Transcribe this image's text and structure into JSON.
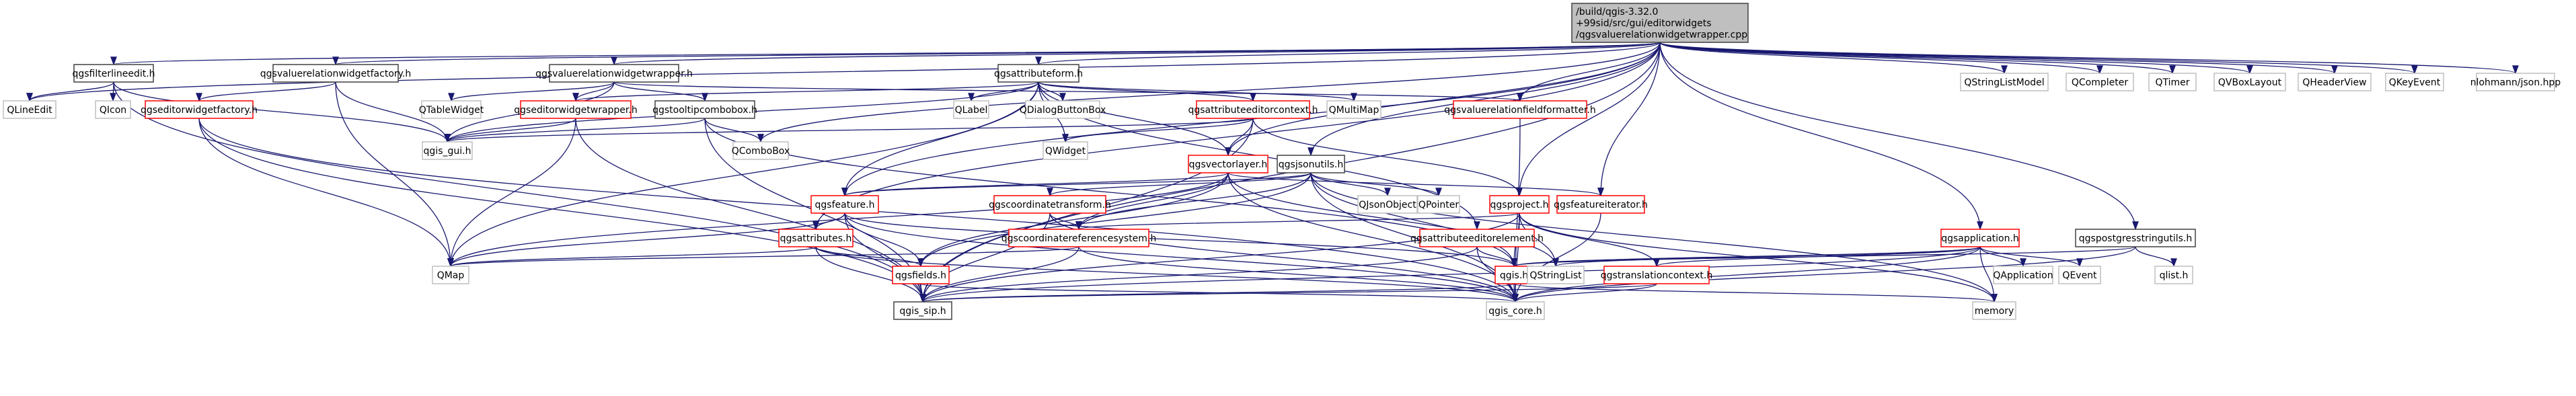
{
  "title": "/build/qgis-3.32.0+99sid/src/gui/editorwidgets/qgsvaluerelationwidgetwrapper.cpp include dependency graph",
  "colors": {
    "edge": "#191970",
    "root_fill": "#bfbfbf",
    "documented_border": "#404040",
    "undocumented_border": "#ff0000",
    "external_border": "#bfbfbf"
  },
  "nodes": [
    {
      "id": "root",
      "kind": "root",
      "lines": [
        "/build/qgis-3.32.0",
        "+99sid/src/gui/editorwidgets",
        "/qgsvaluerelationwidgetwrapper.cpp"
      ]
    },
    {
      "id": "qgsfilterlineedit",
      "kind": "doc",
      "lines": [
        "qgsfilterlineedit.h"
      ]
    },
    {
      "id": "qgsvaluerelationwidgetfactory",
      "kind": "doc",
      "lines": [
        "qgsvaluerelationwidgetfactory.h"
      ]
    },
    {
      "id": "qgsvaluerelationwidgetwrapper",
      "kind": "doc",
      "lines": [
        "qgsvaluerelationwidgetwrapper.h"
      ]
    },
    {
      "id": "qgsattributeform",
      "kind": "doc",
      "lines": [
        "qgsattributeform.h"
      ]
    },
    {
      "id": "QLineEdit",
      "kind": "ext",
      "lines": [
        "QLineEdit"
      ]
    },
    {
      "id": "QIcon",
      "kind": "ext",
      "lines": [
        "QIcon"
      ]
    },
    {
      "id": "qgseditorwidgetfactory",
      "kind": "red",
      "lines": [
        "qgseditorwidgetfactory.h"
      ]
    },
    {
      "id": "QTableWidget",
      "kind": "ext",
      "lines": [
        "QTableWidget"
      ]
    },
    {
      "id": "qgseditorwidgetwrapper",
      "kind": "red",
      "lines": [
        "qgseditorwidgetwrapper.h"
      ]
    },
    {
      "id": "qgstooltipcombobox",
      "kind": "doc",
      "lines": [
        "qgstooltipcombobox.h"
      ]
    },
    {
      "id": "QLabel",
      "kind": "ext",
      "lines": [
        "QLabel"
      ]
    },
    {
      "id": "QDialogButtonBox",
      "kind": "ext",
      "lines": [
        "QDialogButtonBox"
      ]
    },
    {
      "id": "qgsattributeeditorcontext",
      "kind": "red",
      "lines": [
        "qgsattributeeditorcontext.h"
      ]
    },
    {
      "id": "QMultiMap",
      "kind": "ext",
      "lines": [
        "QMultiMap"
      ]
    },
    {
      "id": "qgsvaluerelationfieldformatter",
      "kind": "red",
      "lines": [
        "qgsvaluerelationfieldformatter.h"
      ]
    },
    {
      "id": "QStringListModel",
      "kind": "ext",
      "lines": [
        "QStringListModel"
      ]
    },
    {
      "id": "QCompleter",
      "kind": "ext",
      "lines": [
        "QCompleter"
      ]
    },
    {
      "id": "QTimer",
      "kind": "ext",
      "lines": [
        "QTimer"
      ]
    },
    {
      "id": "QVBoxLayout",
      "kind": "ext",
      "lines": [
        "QVBoxLayout"
      ]
    },
    {
      "id": "QHeaderView",
      "kind": "ext",
      "lines": [
        "QHeaderView"
      ]
    },
    {
      "id": "QKeyEvent",
      "kind": "ext",
      "lines": [
        "QKeyEvent"
      ]
    },
    {
      "id": "nlohmannjson",
      "kind": "ext",
      "lines": [
        "nlohmann/json.hpp"
      ]
    },
    {
      "id": "qgis_gui",
      "kind": "ext",
      "lines": [
        "qgis_gui.h"
      ]
    },
    {
      "id": "QComboBox",
      "kind": "ext",
      "lines": [
        "QComboBox"
      ]
    },
    {
      "id": "QWidget",
      "kind": "ext",
      "lines": [
        "QWidget"
      ]
    },
    {
      "id": "qgsvectorlayer",
      "kind": "red",
      "lines": [
        "qgsvectorlayer.h"
      ]
    },
    {
      "id": "qgsjsonutils",
      "kind": "doc",
      "lines": [
        "qgsjsonutils.h"
      ]
    },
    {
      "id": "qgsfeature",
      "kind": "red",
      "lines": [
        "qgsfeature.h"
      ]
    },
    {
      "id": "qgscoordinatetransform",
      "kind": "red",
      "lines": [
        "qgscoordinatetransform.h"
      ]
    },
    {
      "id": "QJsonObject",
      "kind": "ext",
      "lines": [
        "QJsonObject"
      ]
    },
    {
      "id": "QPointer",
      "kind": "ext",
      "lines": [
        "QPointer"
      ]
    },
    {
      "id": "qgsproject",
      "kind": "red",
      "lines": [
        "qgsproject.h"
      ]
    },
    {
      "id": "qgsfeatureiterator",
      "kind": "red",
      "lines": [
        "qgsfeatureiterator.h"
      ]
    },
    {
      "id": "qgsattributes",
      "kind": "red",
      "lines": [
        "qgsattributes.h"
      ]
    },
    {
      "id": "qgscoordinatereferencesystem",
      "kind": "red",
      "lines": [
        "qgscoordinatereferencesystem.h"
      ]
    },
    {
      "id": "qgsattributeeditorelement",
      "kind": "red",
      "lines": [
        "qgsattributeeditorelement.h"
      ]
    },
    {
      "id": "qgsapplication",
      "kind": "red",
      "lines": [
        "qgsapplication.h"
      ]
    },
    {
      "id": "qgspostgresstringutils",
      "kind": "doc",
      "lines": [
        "qgspostgresstringutils.h"
      ]
    },
    {
      "id": "QMap",
      "kind": "ext",
      "lines": [
        "QMap"
      ]
    },
    {
      "id": "qgsfields",
      "kind": "red",
      "lines": [
        "qgsfields.h"
      ]
    },
    {
      "id": "qgis",
      "kind": "red",
      "lines": [
        "qgis.h"
      ]
    },
    {
      "id": "QStringList",
      "kind": "ext",
      "lines": [
        "QStringList"
      ]
    },
    {
      "id": "qgstranslationcontext",
      "kind": "red",
      "lines": [
        "qgstranslationcontext.h"
      ]
    },
    {
      "id": "QApplication",
      "kind": "ext",
      "lines": [
        "QApplication"
      ]
    },
    {
      "id": "QEvent",
      "kind": "ext",
      "lines": [
        "QEvent"
      ]
    },
    {
      "id": "qlist",
      "kind": "ext",
      "lines": [
        "qlist.h"
      ]
    },
    {
      "id": "qgis_sip",
      "kind": "doc",
      "lines": [
        "qgis_sip.h"
      ]
    },
    {
      "id": "qgis_core",
      "kind": "ext",
      "lines": [
        "qgis_core.h"
      ]
    },
    {
      "id": "memory",
      "kind": "ext",
      "lines": [
        "memory"
      ]
    }
  ],
  "edges": [
    [
      "root",
      "qgsfilterlineedit"
    ],
    [
      "root",
      "QLineEdit"
    ],
    [
      "root",
      "qgsvaluerelationwidgetfactory"
    ],
    [
      "root",
      "qgsvaluerelationwidgetwrapper"
    ],
    [
      "root",
      "qgsattributeform"
    ],
    [
      "root",
      "qgsvaluerelationfieldformatter"
    ],
    [
      "root",
      "QStringListModel"
    ],
    [
      "root",
      "QCompleter"
    ],
    [
      "root",
      "QTimer"
    ],
    [
      "root",
      "QVBoxLayout"
    ],
    [
      "root",
      "QHeaderView"
    ],
    [
      "root",
      "QKeyEvent"
    ],
    [
      "root",
      "nlohmannjson"
    ],
    [
      "root",
      "QComboBox"
    ],
    [
      "root",
      "qgsvectorlayer"
    ],
    [
      "root",
      "qgsjsonutils"
    ],
    [
      "root",
      "qgsproject"
    ],
    [
      "root",
      "qgsfeatureiterator"
    ],
    [
      "root",
      "qgsapplication"
    ],
    [
      "root",
      "qgspostgresstringutils"
    ],
    [
      "root",
      "qgsattributes"
    ],
    [
      "root",
      "qgsfeature"
    ],
    [
      "root",
      "qgis_sip"
    ],
    [
      "qgsfilterlineedit",
      "QLineEdit"
    ],
    [
      "qgsfilterlineedit",
      "QIcon"
    ],
    [
      "qgsfilterlineedit",
      "qgis_gui"
    ],
    [
      "qgsfilterlineedit",
      "qgis_sip"
    ],
    [
      "qgsvaluerelationwidgetfactory",
      "qgseditorwidgetfactory"
    ],
    [
      "qgsvaluerelationwidgetfactory",
      "qgis_gui"
    ],
    [
      "qgsvaluerelationwidgetfactory",
      "QMap"
    ],
    [
      "qgsvaluerelationwidgetwrapper",
      "QTableWidget"
    ],
    [
      "qgsvaluerelationwidgetwrapper",
      "qgseditorwidgetwrapper"
    ],
    [
      "qgsvaluerelationwidgetwrapper",
      "qgstooltipcombobox"
    ],
    [
      "qgsvaluerelationwidgetwrapper",
      "qgis_gui"
    ],
    [
      "qgsvaluerelationwidgetwrapper",
      "qgsvaluerelationfieldformatter"
    ],
    [
      "qgsattributeform",
      "QLabel"
    ],
    [
      "qgsattributeform",
      "QDialogButtonBox"
    ],
    [
      "qgsattributeform",
      "qgsattributeeditorcontext"
    ],
    [
      "qgsattributeform",
      "QMultiMap"
    ],
    [
      "qgsattributeform",
      "qgseditorwidgetwrapper"
    ],
    [
      "qgsattributeform",
      "qgis_gui"
    ],
    [
      "qgsattributeform",
      "QWidget"
    ],
    [
      "qgsattributeform",
      "qgsfeature"
    ],
    [
      "qgsattributeform",
      "qgsattributeeditorelement"
    ],
    [
      "qgsattributeform",
      "qgsvectorlayer"
    ],
    [
      "qgsattributeform",
      "QMap"
    ],
    [
      "qgseditorwidgetfactory",
      "QMap"
    ],
    [
      "qgseditorwidgetfactory",
      "qgis_sip"
    ],
    [
      "qgseditorwidgetfactory",
      "qgis_core"
    ],
    [
      "qgseditorwidgetwrapper",
      "qgis_gui"
    ],
    [
      "qgseditorwidgetwrapper",
      "QMap"
    ],
    [
      "qgseditorwidgetwrapper",
      "qgis_sip"
    ],
    [
      "qgstooltipcombobox",
      "QComboBox"
    ],
    [
      "qgstooltipcombobox",
      "qgis_gui"
    ],
    [
      "qgstooltipcombobox",
      "qgis_sip"
    ],
    [
      "qgstooltipcombobox",
      "qgis"
    ],
    [
      "qgsattributeeditorcontext",
      "QWidget"
    ],
    [
      "qgsattributeeditorcontext",
      "qgsvectorlayer"
    ],
    [
      "qgsattributeeditorcontext",
      "qgis_gui"
    ],
    [
      "qgsattributeeditorcontext",
      "qgsproject"
    ],
    [
      "qgsattributeeditorcontext",
      "qgis_sip"
    ],
    [
      "qgsvaluerelationfieldformatter",
      "qgis_core"
    ],
    [
      "qgsvectorlayer",
      "qgsfeature"
    ],
    [
      "qgsvectorlayer",
      "qgsfields"
    ],
    [
      "qgsvectorlayer",
      "qgscoordinatereferencesystem"
    ],
    [
      "qgsvectorlayer",
      "QMap"
    ],
    [
      "qgsvectorlayer",
      "QStringList"
    ],
    [
      "qgsvectorlayer",
      "qgsfeatureiterator"
    ],
    [
      "qgsvectorlayer",
      "qgis_core"
    ],
    [
      "qgsjsonutils",
      "QJsonObject"
    ],
    [
      "qgsjsonutils",
      "QPointer"
    ],
    [
      "qgsjsonutils",
      "qgscoordinatetransform"
    ],
    [
      "qgsjsonutils",
      "qgsfeature"
    ],
    [
      "qgsjsonutils",
      "qgsfields"
    ],
    [
      "qgsjsonutils",
      "qgscoordinatereferencesystem"
    ],
    [
      "qgsjsonutils",
      "qgis_core"
    ],
    [
      "qgsjsonutils",
      "qgis"
    ],
    [
      "qgsjsonutils",
      "memory"
    ],
    [
      "qgsfeature",
      "qgsattributes"
    ],
    [
      "qgsfeature",
      "qgsfields"
    ],
    [
      "qgsfeature",
      "QMap"
    ],
    [
      "qgsfeature",
      "qgis_sip"
    ],
    [
      "qgsfeature",
      "qgis_core"
    ],
    [
      "qgsfeature",
      "qgis"
    ],
    [
      "qgscoordinatetransform",
      "qgscoordinatereferencesystem"
    ],
    [
      "qgscoordinatetransform",
      "qgis_sip"
    ],
    [
      "qgscoordinatetransform",
      "qgis_core"
    ],
    [
      "qgsproject",
      "qgscoordinatereferencesystem"
    ],
    [
      "qgsproject",
      "qgis"
    ],
    [
      "qgsproject",
      "QStringList"
    ],
    [
      "qgsproject",
      "qgstranslationcontext"
    ],
    [
      "qgsproject",
      "qgis_core"
    ],
    [
      "qgsproject",
      "qgis_sip"
    ],
    [
      "qgsproject",
      "memory"
    ],
    [
      "qgsfeatureiterator",
      "qgis_core"
    ],
    [
      "qgsattributes",
      "QMap"
    ],
    [
      "qgsattributes",
      "qgsfields"
    ],
    [
      "qgsattributes",
      "qgis_sip"
    ],
    [
      "qgsattributes",
      "qgis_core"
    ],
    [
      "qgscoordinatereferencesystem",
      "QMap"
    ],
    [
      "qgscoordinatereferencesystem",
      "qgis_sip"
    ],
    [
      "qgscoordinatereferencesystem",
      "qgis_core"
    ],
    [
      "qgsattributeeditorelement",
      "qgis"
    ],
    [
      "qgsattributeeditorelement",
      "qgis_core"
    ],
    [
      "qgsattributeeditorelement",
      "qgis_sip"
    ],
    [
      "qgsapplication",
      "QApplication"
    ],
    [
      "qgsapplication",
      "QEvent"
    ],
    [
      "qgsapplication",
      "QStringList"
    ],
    [
      "qgsapplication",
      "qgis"
    ],
    [
      "qgsapplication",
      "qgstranslationcontext"
    ],
    [
      "qgsapplication",
      "qgis_core"
    ],
    [
      "qgsapplication",
      "memory"
    ],
    [
      "qgsapplication",
      "qgis_sip"
    ],
    [
      "qgspostgresstringutils",
      "qlist"
    ],
    [
      "qgspostgresstringutils",
      "qgis_core"
    ],
    [
      "qgspostgresstringutils",
      "qgis"
    ],
    [
      "qgsfields",
      "qgis_sip"
    ],
    [
      "qgsfields",
      "qgis_core"
    ],
    [
      "qgis",
      "qgis_sip"
    ],
    [
      "qgis",
      "qgis_core"
    ],
    [
      "qgis",
      "memory"
    ],
    [
      "qgstranslationcontext",
      "qgis_core"
    ],
    [
      "qgstranslationcontext",
      "qgis_sip"
    ]
  ]
}
